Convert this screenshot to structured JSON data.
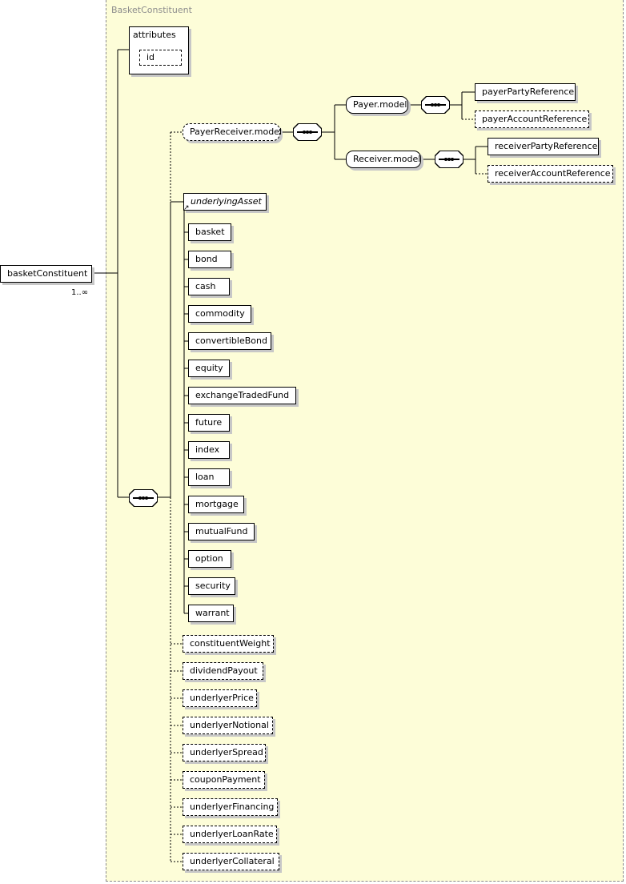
{
  "type_title": "BasketConstituent",
  "root": {
    "label": "basketConstituent",
    "multiplicity": "1..∞"
  },
  "attributes": {
    "label": "attributes",
    "items": [
      "id"
    ]
  },
  "payer_receiver": {
    "label": "PayerReceiver.model",
    "payer": {
      "label": "Payer.model",
      "children": [
        "payerPartyReference",
        "payerAccountReference"
      ]
    },
    "receiver": {
      "label": "Receiver.model",
      "children": [
        "receiverPartyReference",
        "receiverAccountReference"
      ]
    }
  },
  "underlying_asset": {
    "label": "underlyingAsset",
    "substitutes": [
      "basket",
      "bond",
      "cash",
      "commodity",
      "convertibleBond",
      "equity",
      "exchangeTradedFund",
      "future",
      "index",
      "loan",
      "mortgage",
      "mutualFund",
      "option",
      "security",
      "warrant"
    ]
  },
  "optional_elements": [
    "constituentWeight",
    "dividendPayout",
    "underlyerPrice",
    "underlyerNotional",
    "underlyerSpread",
    "couponPayment",
    "underlyerFinancing",
    "underlyerLoanRate",
    "underlyerCollateral"
  ],
  "colors": {
    "type_background": "#fdfdd8",
    "type_border": "#8a8a8a",
    "title": "#8c8c8c",
    "shadow": "#c7c7c7"
  }
}
